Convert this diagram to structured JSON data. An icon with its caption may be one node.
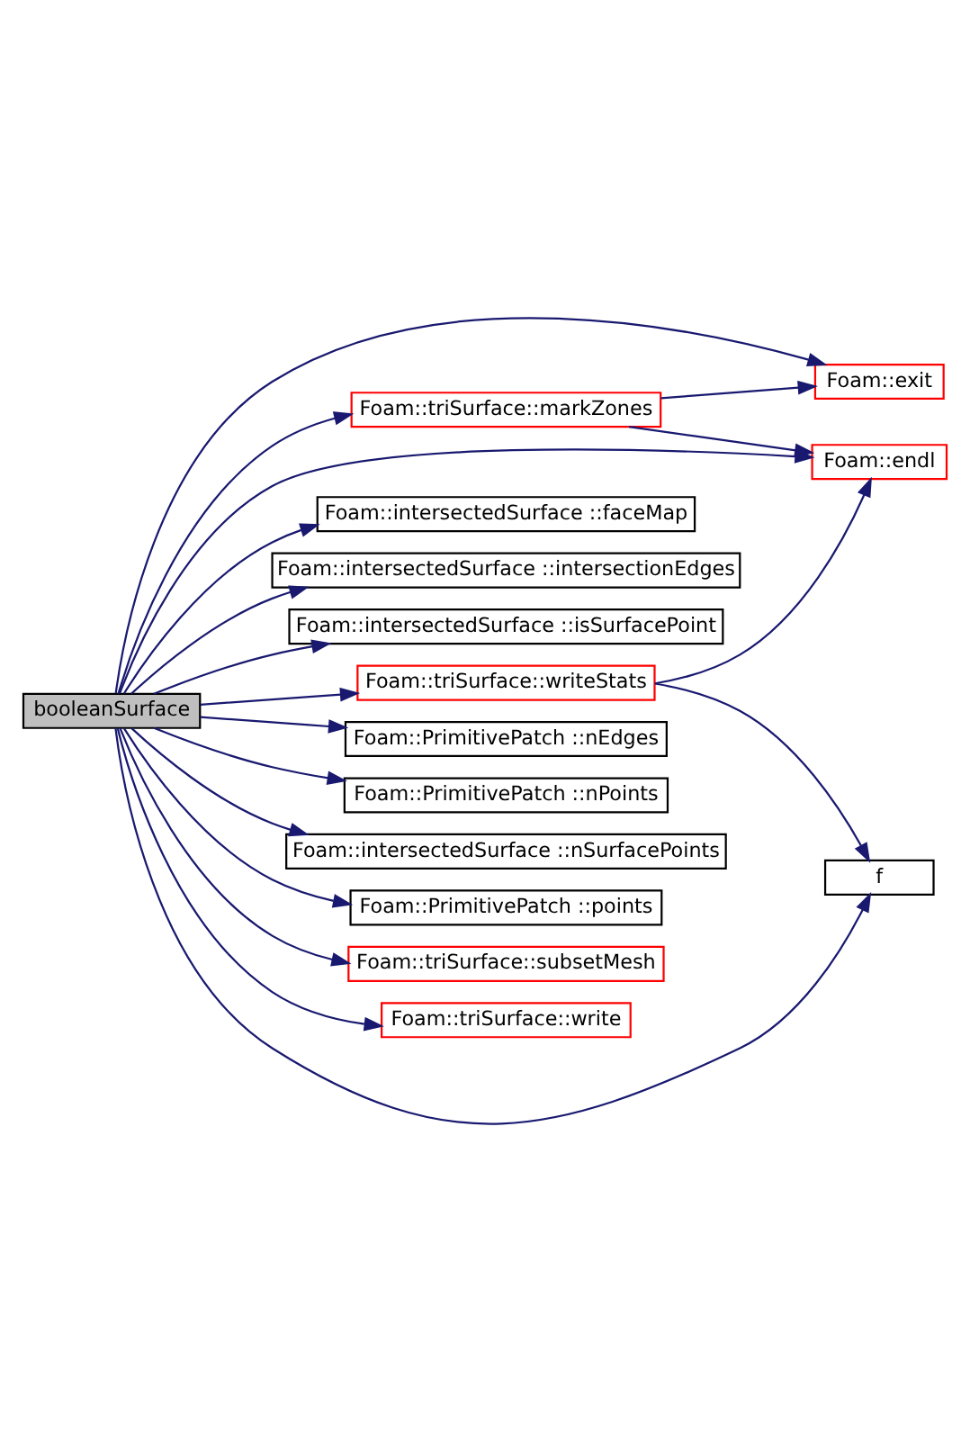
{
  "diagram": {
    "nodes": [
      {
        "text": [
          "booleanSurface"
        ]
      },
      {
        "text": [
          "Foam::exit"
        ]
      },
      {
        "text": [
          "Foam::triSurface::markZones"
        ]
      },
      {
        "text": [
          "Foam::endl"
        ]
      },
      {
        "text": [
          "Foam::intersectedSurface ::faceMap"
        ]
      },
      {
        "text": [
          "Foam::intersectedSurface ::intersectionEdges"
        ]
      },
      {
        "text": [
          "Foam::intersectedSurface ::isSurfacePoint"
        ]
      },
      {
        "text": [
          "Foam::triSurface::writeStats"
        ]
      },
      {
        "text": [
          "Foam::PrimitivePatch ::nEdges"
        ]
      },
      {
        "text": [
          "Foam::PrimitivePatch ::nPoints"
        ]
      },
      {
        "text": [
          "Foam::intersectedSurface ::nSurfacePoints"
        ]
      },
      {
        "text": [
          "Foam::PrimitivePatch ::points"
        ]
      },
      {
        "text": [
          "Foam::triSurface::subsetMesh"
        ]
      },
      {
        "text": [
          "Foam::triSurface::write"
        ]
      },
      {
        "text": [
          "f"
        ]
      }
    ],
    "edges": [
      {
        "from": 0,
        "to": 1,
        "arrow": "to"
      },
      {
        "from": 0,
        "to": 2,
        "arrow": "to"
      },
      {
        "from": 0,
        "to": 3,
        "arrow": "to"
      },
      {
        "from": 0,
        "to": 4,
        "arrow": "to"
      },
      {
        "from": 0,
        "to": 5,
        "arrow": "to"
      },
      {
        "from": 0,
        "to": 6,
        "arrow": "to"
      },
      {
        "from": 0,
        "to": 7,
        "arrow": "to"
      },
      {
        "from": 0,
        "to": 8,
        "arrow": "to"
      },
      {
        "from": 0,
        "to": 9,
        "arrow": "to"
      },
      {
        "from": 0,
        "to": 10,
        "arrow": "to"
      },
      {
        "from": 0,
        "to": 11,
        "arrow": "to"
      },
      {
        "from": 0,
        "to": 12,
        "arrow": "to"
      },
      {
        "from": 0,
        "to": 13,
        "arrow": "to"
      },
      {
        "from": 0,
        "to": 14,
        "arrow": "to"
      },
      {
        "from": 2,
        "to": 1,
        "arrow": "to"
      },
      {
        "from": 2,
        "to": 3,
        "arrow": "to"
      },
      {
        "from": 7,
        "to": 3,
        "arrow": "to"
      },
      {
        "from": 7,
        "to": 14,
        "arrow": "to"
      }
    ]
  }
}
